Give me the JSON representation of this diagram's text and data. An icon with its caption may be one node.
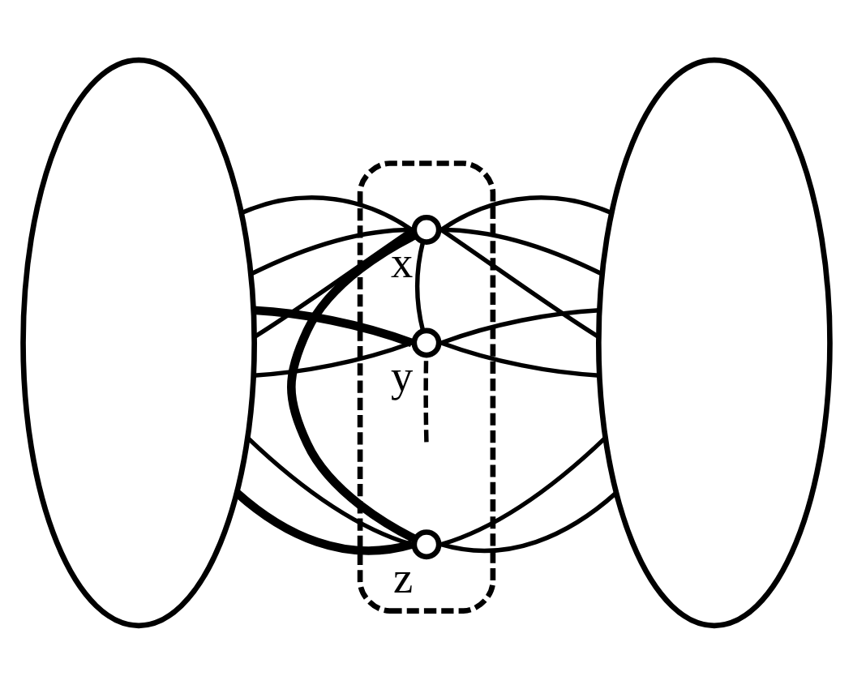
{
  "diagram": {
    "nodes": [
      {
        "text": [],
        "shape": "ellipse"
      },
      {
        "text": [],
        "shape": "oval"
      },
      {
        "text": [],
        "shape": "ellipse"
      },
      {
        "text": [],
        "shape": "circle",
        "beside": [
          "x"
        ],
        "in": 1
      },
      {
        "text": [],
        "shape": "circle",
        "beside": [
          "y"
        ],
        "in": 1
      },
      {
        "text": [],
        "shape": "circle",
        "beside": [
          "z"
        ],
        "in": 1
      }
    ],
    "edges": [
      {
        "from": 3,
        "to": 0,
        "arrow": "none"
      },
      {
        "from": 3,
        "to": 0,
        "arrow": "none"
      },
      {
        "from": 3,
        "to": 0,
        "arrow": "none"
      },
      {
        "from": 3,
        "to": 2,
        "arrow": "none"
      },
      {
        "from": 3,
        "to": 2,
        "arrow": "none"
      },
      {
        "from": 3,
        "to": 2,
        "arrow": "none"
      },
      {
        "from": 3,
        "to": 4,
        "arrow": "none"
      },
      {
        "from": 3,
        "to": 5,
        "arrow": "none",
        "style": "thick"
      },
      {
        "from": 4,
        "to": 0,
        "arrow": "none"
      },
      {
        "from": 4,
        "to": 0,
        "arrow": "none",
        "style": "thick"
      },
      {
        "from": 4,
        "to": 2,
        "arrow": "none"
      },
      {
        "from": 4,
        "to": 2,
        "arrow": "none"
      },
      {
        "from": 4,
        "to": null,
        "arrow": "none",
        "style": "dashed"
      },
      {
        "from": 5,
        "to": 0,
        "arrow": "none",
        "style": "thick"
      },
      {
        "from": 5,
        "to": 0,
        "arrow": "none"
      },
      {
        "from": 5,
        "to": 2,
        "arrow": "none"
      },
      {
        "from": 5,
        "to": 2,
        "arrow": "none"
      }
    ]
  }
}
